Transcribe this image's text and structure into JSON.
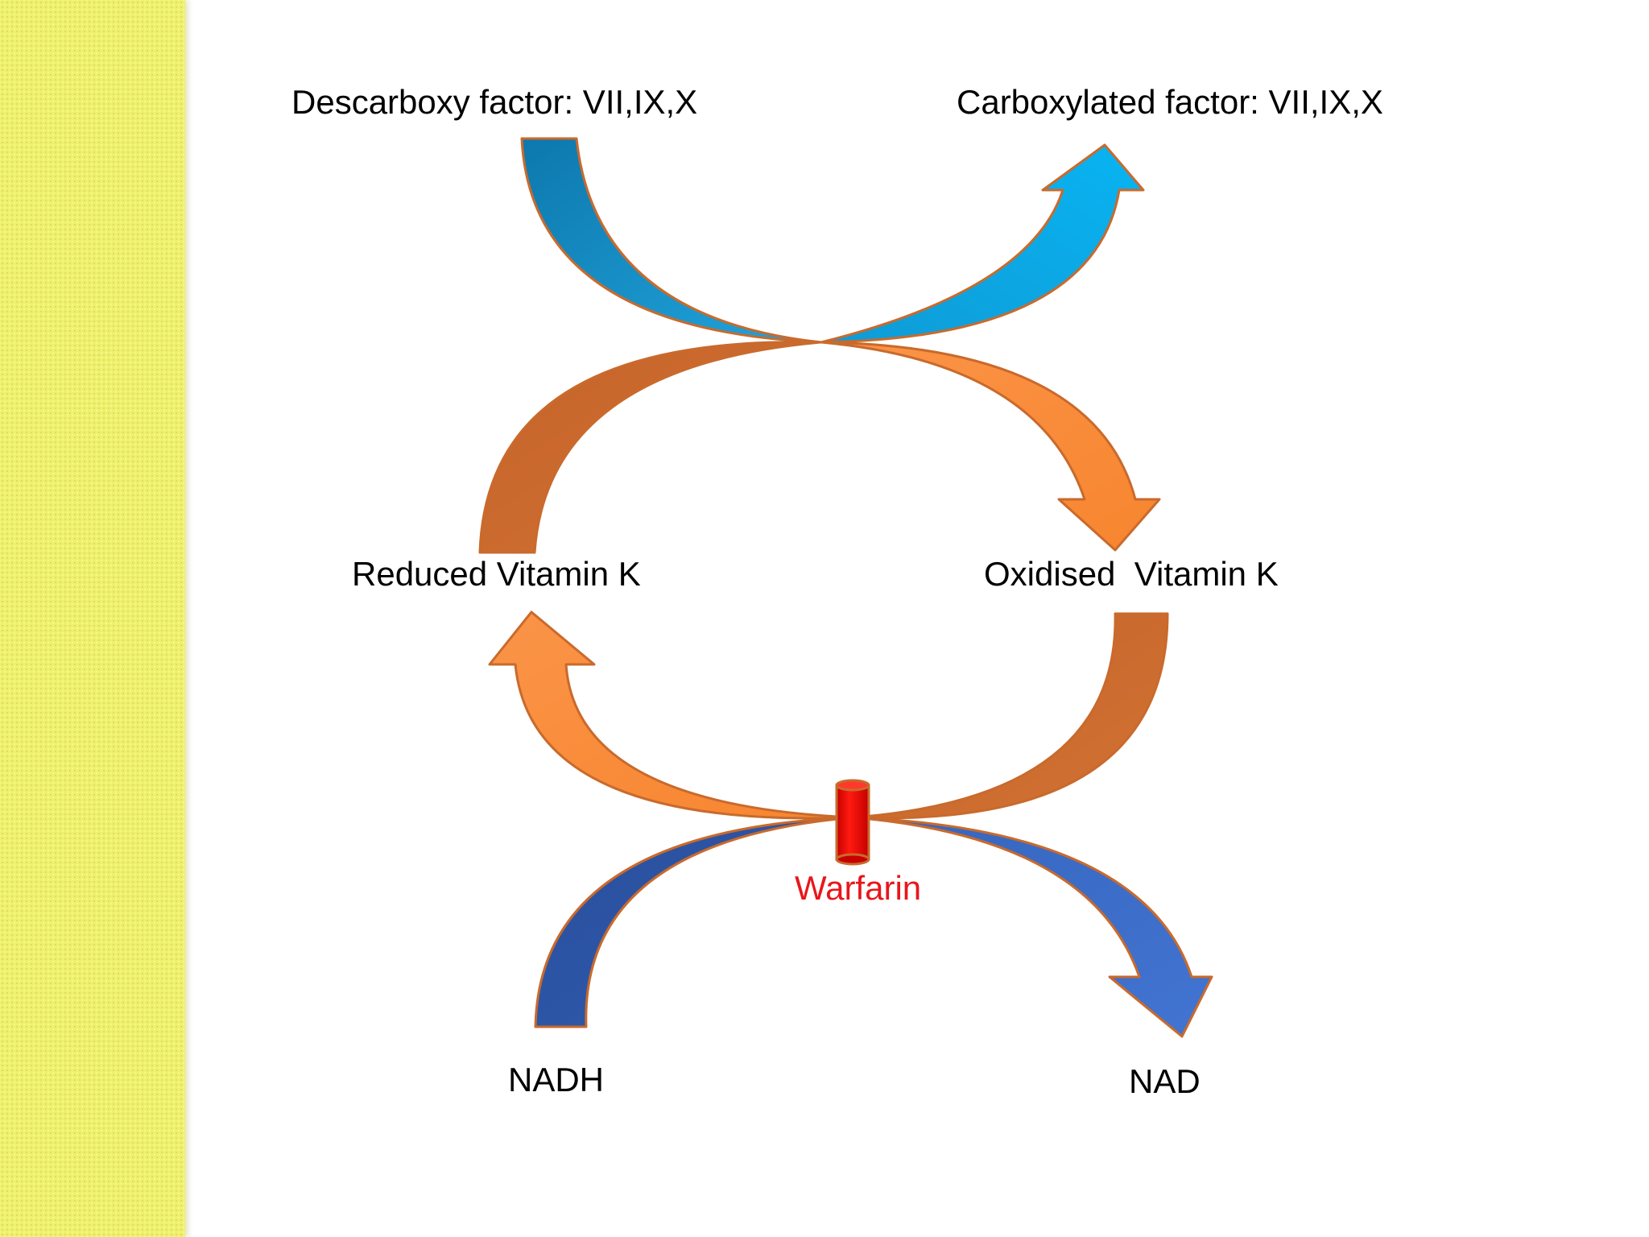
{
  "labels": {
    "descarboxy": "Descarboxy factor: VII,IX,X",
    "carboxylated": "Carboxylated factor: VII,IX,X",
    "reduced_vk": "Reduced Vitamin K",
    "oxidised_vk": "Oxidised  Vitamin K",
    "warfarin": "Warfarin",
    "nadh": "NADH",
    "nad": "NAD"
  },
  "colors": {
    "sidebar": "#eef06e",
    "blue_light": "#0aa6e6",
    "blue_mid": "#1a8cc4",
    "orange_light": "#fb8c3c",
    "orange_dark": "#c9672e",
    "navy": "#2a53a4",
    "royal_blue": "#3a6cc9",
    "outline": "#c96a2c",
    "warfarin": "#e8161b"
  },
  "icons": {
    "blocker": "warfarin-blocker-cylinder-icon"
  }
}
